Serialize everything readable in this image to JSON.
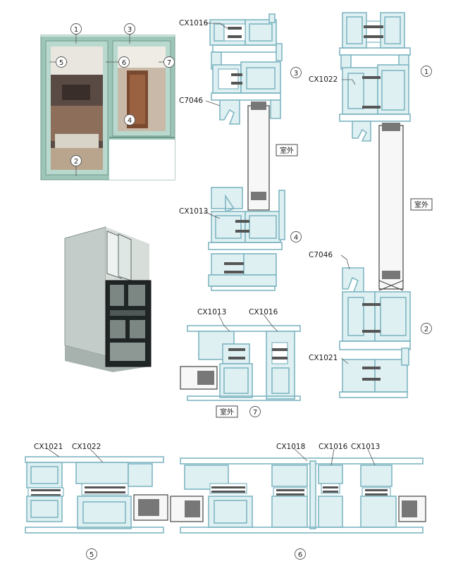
{
  "labels": {
    "cx1016": "CX1016",
    "cx1022": "CX1022",
    "c7046": "C7046",
    "cx1013": "CX1013",
    "cx1021": "CX1021",
    "cx1018": "CX1018"
  },
  "markers": [
    "1",
    "2",
    "3",
    "4",
    "5",
    "6",
    "7"
  ],
  "outside": "室外",
  "colors": {
    "profile_fill": "#dff0f2",
    "profile_stroke": "#7fb6c2",
    "window_frame": "#9ec6b8",
    "seal": "#555555"
  }
}
